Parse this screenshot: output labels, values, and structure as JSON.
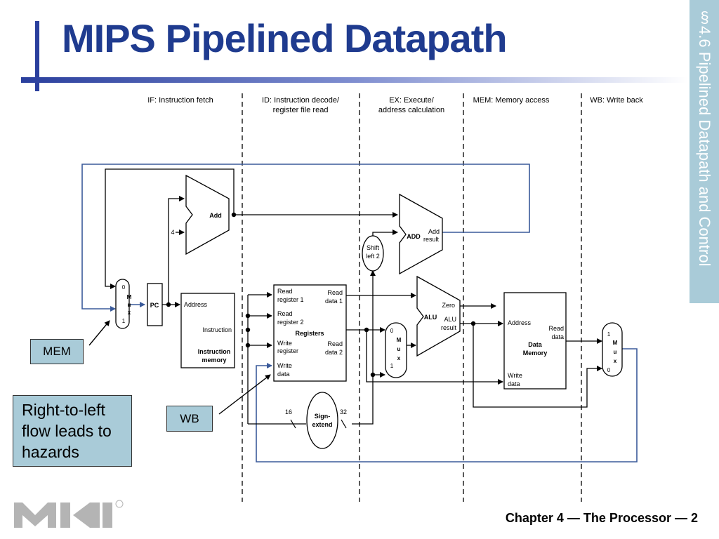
{
  "slide": {
    "title": "MIPS Pipelined Datapath",
    "section": "§4.6 Pipelined Datapath and Control",
    "footer": "Chapter 4 — The Processor — 2"
  },
  "stages": [
    {
      "line1": "IF: Instruction fetch",
      "line2": ""
    },
    {
      "line1": "ID: Instruction decode/",
      "line2": "register file read"
    },
    {
      "line1": "EX: Execute/",
      "line2": "address calculation"
    },
    {
      "line1": "MEM: Memory access",
      "line2": ""
    },
    {
      "line1": "WB: Write back",
      "line2": ""
    }
  ],
  "blocks": {
    "add": "Add",
    "add_input": "4",
    "adder2": "ADD",
    "adder2_out1": "Add",
    "adder2_out2": "result",
    "shift1": "Shift",
    "shift2": "left 2",
    "pc": "PC",
    "mux_letters": [
      "M",
      "u",
      "x"
    ],
    "mux_in0": "0",
    "mux_in1": "1",
    "imem_address": "Address",
    "imem_instruction": "Instruction",
    "imem_title1": "Instruction",
    "imem_title2": "memory",
    "reg_read1a": "Read",
    "reg_read1b": "register 1",
    "reg_read2a": "Read",
    "reg_read2b": "register 2",
    "reg_writea": "Write",
    "reg_writeb": "register",
    "reg_wdata_a": "Write",
    "reg_wdata_b": "data",
    "reg_rdata1_a": "Read",
    "reg_rdata1_b": "data 1",
    "reg_rdata2_a": "Read",
    "reg_rdata2_b": "data 2",
    "registers": "Registers",
    "sign1": "Sign-",
    "sign2": "extend",
    "bits_in": "16",
    "bits_out": "32",
    "alu": "ALU",
    "zero": "Zero",
    "alu_result1": "ALU",
    "alu_result2": "result",
    "dmem_address": "Address",
    "dmem_read1": "Read",
    "dmem_read2": "data",
    "dmem_title1": "Data",
    "dmem_title2": "Memory",
    "dmem_write1": "Write",
    "dmem_write2": "data"
  },
  "callouts": {
    "mem": "MEM",
    "wb": "WB",
    "hazard_lines": [
      "Right-to-left",
      "flow leads to",
      "hazards"
    ]
  },
  "colors": {
    "title": "#1f3b8f",
    "callout_fill": "#a9cbd8",
    "feedback_wire": "#3a5a9a"
  }
}
